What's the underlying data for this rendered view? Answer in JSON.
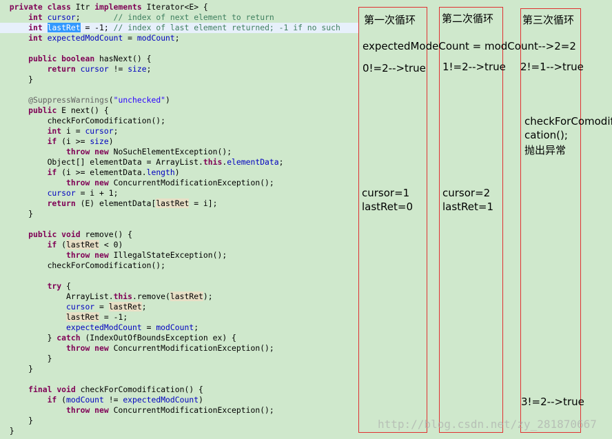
{
  "code_lines": [
    {
      "indent": "  ",
      "parts": [
        [
          "kw",
          "private"
        ],
        [
          "t",
          " "
        ],
        [
          "kw",
          "class"
        ],
        [
          "t",
          " Itr "
        ],
        [
          "kw",
          "implements"
        ],
        [
          "t",
          " Iterator<E> {"
        ]
      ]
    },
    {
      "indent": "      ",
      "parts": [
        [
          "kw",
          "int"
        ],
        [
          "t",
          " "
        ],
        [
          "fld",
          "cursor"
        ],
        [
          "t",
          ";       "
        ],
        [
          "cm",
          "// index of next element to return"
        ]
      ]
    },
    {
      "indent": "      ",
      "highlight": true,
      "parts": [
        [
          "kw",
          "int"
        ],
        [
          "t",
          " "
        ],
        [
          "sel",
          "lastRet"
        ],
        [
          "t",
          " = -1; "
        ],
        [
          "cm",
          "// index of last element returned; -1 if no such"
        ]
      ]
    },
    {
      "indent": "      ",
      "parts": [
        [
          "kw",
          "int"
        ],
        [
          "t",
          " "
        ],
        [
          "fld",
          "expectedModCount"
        ],
        [
          "t",
          " = "
        ],
        [
          "fld",
          "modCount"
        ],
        [
          "t",
          ";"
        ]
      ]
    },
    {
      "indent": "",
      "parts": []
    },
    {
      "indent": "      ",
      "parts": [
        [
          "kw",
          "public"
        ],
        [
          "t",
          " "
        ],
        [
          "kw",
          "boolean"
        ],
        [
          "t",
          " hasNext() {"
        ]
      ]
    },
    {
      "indent": "          ",
      "parts": [
        [
          "kw",
          "return"
        ],
        [
          "t",
          " "
        ],
        [
          "fld",
          "cursor"
        ],
        [
          "t",
          " != "
        ],
        [
          "fld",
          "size"
        ],
        [
          "t",
          ";"
        ]
      ]
    },
    {
      "indent": "      ",
      "parts": [
        [
          "t",
          "}"
        ]
      ]
    },
    {
      "indent": "",
      "parts": []
    },
    {
      "indent": "      ",
      "parts": [
        [
          "ann",
          "@SuppressWarnings"
        ],
        [
          "t",
          "("
        ],
        [
          "str",
          "\"unchecked\""
        ],
        [
          "t",
          ")"
        ]
      ]
    },
    {
      "indent": "      ",
      "parts": [
        [
          "kw",
          "public"
        ],
        [
          "t",
          " E next() {"
        ]
      ]
    },
    {
      "indent": "          ",
      "parts": [
        [
          "t",
          "checkForComodification();"
        ]
      ]
    },
    {
      "indent": "          ",
      "parts": [
        [
          "kw",
          "int"
        ],
        [
          "t",
          " i = "
        ],
        [
          "fld",
          "cursor"
        ],
        [
          "t",
          ";"
        ]
      ]
    },
    {
      "indent": "          ",
      "parts": [
        [
          "kw",
          "if"
        ],
        [
          "t",
          " (i >= "
        ],
        [
          "fld",
          "size"
        ],
        [
          "t",
          ")"
        ]
      ]
    },
    {
      "indent": "              ",
      "parts": [
        [
          "kw",
          "throw"
        ],
        [
          "t",
          " "
        ],
        [
          "kw",
          "new"
        ],
        [
          "t",
          " NoSuchElementException();"
        ]
      ]
    },
    {
      "indent": "          ",
      "parts": [
        [
          "t",
          "Object[] elementData = ArrayList."
        ],
        [
          "kw",
          "this"
        ],
        [
          "t",
          "."
        ],
        [
          "fld",
          "elementData"
        ],
        [
          "t",
          ";"
        ]
      ]
    },
    {
      "indent": "          ",
      "parts": [
        [
          "kw",
          "if"
        ],
        [
          "t",
          " (i >= elementData."
        ],
        [
          "fld",
          "length"
        ],
        [
          "t",
          ")"
        ]
      ]
    },
    {
      "indent": "              ",
      "parts": [
        [
          "kw",
          "throw"
        ],
        [
          "t",
          " "
        ],
        [
          "kw",
          "new"
        ],
        [
          "t",
          " ConcurrentModificationException();"
        ]
      ]
    },
    {
      "indent": "          ",
      "parts": [
        [
          "fld",
          "cursor"
        ],
        [
          "t",
          " = i + 1;"
        ]
      ]
    },
    {
      "indent": "          ",
      "parts": [
        [
          "kw",
          "return"
        ],
        [
          "t",
          " (E) elementData["
        ],
        [
          "mark",
          "lastRet"
        ],
        [
          "t",
          " = i];"
        ]
      ]
    },
    {
      "indent": "      ",
      "parts": [
        [
          "t",
          "}"
        ]
      ]
    },
    {
      "indent": "",
      "parts": []
    },
    {
      "indent": "      ",
      "parts": [
        [
          "kw",
          "public"
        ],
        [
          "t",
          " "
        ],
        [
          "kw",
          "void"
        ],
        [
          "t",
          " remove() {"
        ]
      ]
    },
    {
      "indent": "          ",
      "parts": [
        [
          "kw",
          "if"
        ],
        [
          "t",
          " ("
        ],
        [
          "mark",
          "lastRet"
        ],
        [
          "t",
          " < 0)"
        ]
      ]
    },
    {
      "indent": "              ",
      "parts": [
        [
          "kw",
          "throw"
        ],
        [
          "t",
          " "
        ],
        [
          "kw",
          "new"
        ],
        [
          "t",
          " IllegalStateException();"
        ]
      ]
    },
    {
      "indent": "          ",
      "parts": [
        [
          "t",
          "checkForComodification();"
        ]
      ]
    },
    {
      "indent": "",
      "parts": []
    },
    {
      "indent": "          ",
      "parts": [
        [
          "kw",
          "try"
        ],
        [
          "t",
          " {"
        ]
      ]
    },
    {
      "indent": "              ",
      "parts": [
        [
          "t",
          "ArrayList."
        ],
        [
          "kw",
          "this"
        ],
        [
          "t",
          ".remove("
        ],
        [
          "mark",
          "lastRet"
        ],
        [
          "t",
          ");"
        ]
      ]
    },
    {
      "indent": "              ",
      "parts": [
        [
          "fld",
          "cursor"
        ],
        [
          "t",
          " = "
        ],
        [
          "mark",
          "lastRet"
        ],
        [
          "t",
          ";"
        ]
      ]
    },
    {
      "indent": "              ",
      "parts": [
        [
          "mark",
          "lastRet"
        ],
        [
          "t",
          " = -1;"
        ]
      ]
    },
    {
      "indent": "              ",
      "parts": [
        [
          "fld",
          "expectedModCount"
        ],
        [
          "t",
          " = "
        ],
        [
          "fld",
          "modCount"
        ],
        [
          "t",
          ";"
        ]
      ]
    },
    {
      "indent": "          ",
      "parts": [
        [
          "t",
          "} "
        ],
        [
          "kw",
          "catch"
        ],
        [
          "t",
          " (IndexOutOfBoundsException ex) {"
        ]
      ]
    },
    {
      "indent": "              ",
      "parts": [
        [
          "kw",
          "throw"
        ],
        [
          "t",
          " "
        ],
        [
          "kw",
          "new"
        ],
        [
          "t",
          " ConcurrentModificationException();"
        ]
      ]
    },
    {
      "indent": "          ",
      "parts": [
        [
          "t",
          "}"
        ]
      ]
    },
    {
      "indent": "      ",
      "parts": [
        [
          "t",
          "}"
        ]
      ]
    },
    {
      "indent": "",
      "parts": []
    },
    {
      "indent": "      ",
      "parts": [
        [
          "kw",
          "final"
        ],
        [
          "t",
          " "
        ],
        [
          "kw",
          "void"
        ],
        [
          "t",
          " checkForComodification() {"
        ]
      ]
    },
    {
      "indent": "          ",
      "parts": [
        [
          "kw",
          "if"
        ],
        [
          "t",
          " ("
        ],
        [
          "fld",
          "modCount"
        ],
        [
          "t",
          " != "
        ],
        [
          "fld",
          "expectedModCount"
        ],
        [
          "t",
          ")"
        ]
      ]
    },
    {
      "indent": "              ",
      "parts": [
        [
          "kw",
          "throw"
        ],
        [
          "t",
          " "
        ],
        [
          "kw",
          "new"
        ],
        [
          "t",
          " ConcurrentModificationException();"
        ]
      ]
    },
    {
      "indent": "      ",
      "parts": [
        [
          "t",
          "}"
        ]
      ]
    },
    {
      "indent": "  ",
      "parts": [
        [
          "t",
          "}"
        ]
      ]
    }
  ],
  "annotations": {
    "loop1_header": "第一次循环",
    "loop2_header": "第二次循环",
    "loop3_header": "第三次循环",
    "expected_mod_count": "expectedModeCount = modCount-->2=2",
    "loop1_hasnext": "0!=2-->true",
    "loop2_hasnext": "1!=2-->true",
    "loop3_hasnext": "2!=1-->true",
    "loop3_check_line1": "checkForComodifi",
    "loop3_check_line2": "cation();",
    "loop3_exception": "抛出异常",
    "loop1_cursor": "cursor=1",
    "loop1_lastret": "lastRet=0",
    "loop2_cursor": "cursor=2",
    "loop2_lastret": "lastRet=1",
    "loop3_final": "3!=2-->true"
  },
  "watermark": "http://blog.csdn.net/zy_281870667",
  "colors": {
    "background": "#cfe8cc",
    "keyword": "#7f0055",
    "field": "#0000c0",
    "comment": "#3f7f5f",
    "string": "#2a00ff",
    "box_border": "#e03030",
    "selection": "#3399ff"
  }
}
